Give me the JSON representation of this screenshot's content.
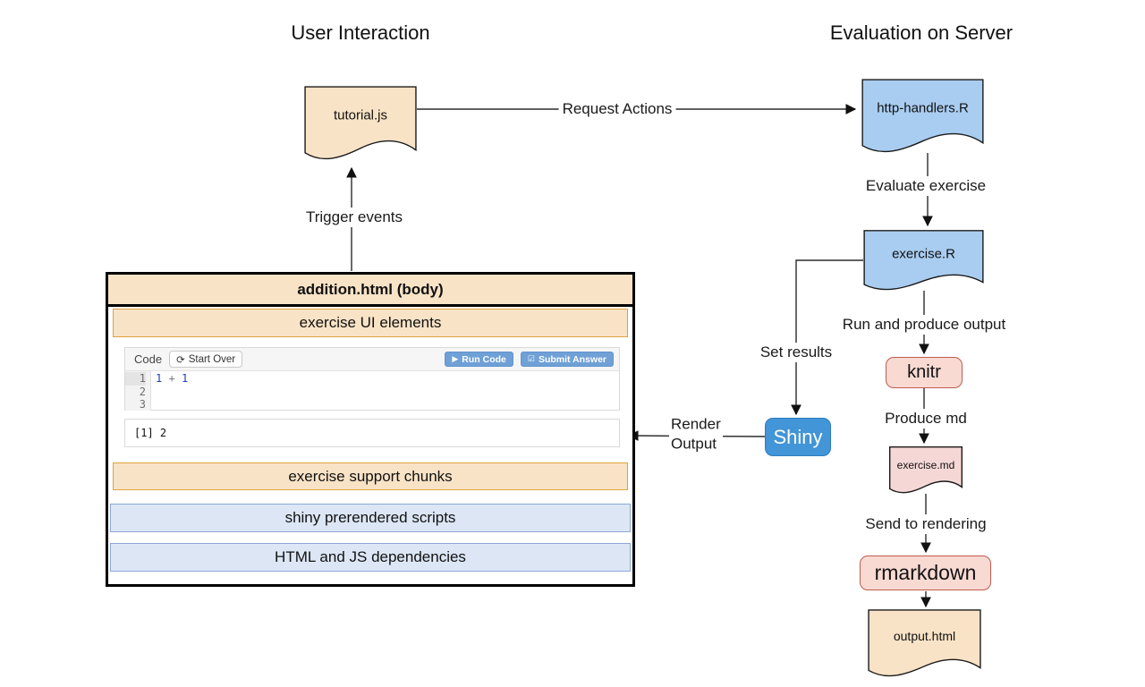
{
  "headings": {
    "left": "User Interaction",
    "right": "Evaluation on Server"
  },
  "nodes": {
    "tutorial_js": "tutorial.js",
    "http_handlers": "http-handlers.R",
    "exercise_r": "exercise.R",
    "knitr": "knitr",
    "exercise_md": "exercise.md",
    "rmarkdown": "rmarkdown",
    "output_html": "output.html",
    "shiny": "Shiny"
  },
  "edges": {
    "request_actions": "Request Actions",
    "trigger_events": "Trigger events",
    "evaluate_exercise": "Evaluate exercise",
    "run_and_produce": "Run and produce output",
    "set_results": "Set results",
    "produce_md": "Produce md",
    "send_to_rendering": "Send to rendering",
    "render_output_line1": "Render",
    "render_output_line2": "Output"
  },
  "browser_box": {
    "title": "addition.html (body)",
    "bars": {
      "exercise_ui": "exercise UI elements",
      "support_chunks": "exercise support chunks",
      "shiny_scripts": "shiny prerendered scripts",
      "html_js_deps": "HTML and JS dependencies"
    },
    "editor": {
      "code_label": "Code",
      "start_over_label": "Start Over",
      "run_code_label": "Run Code",
      "submit_answer_label": "Submit Answer",
      "line_numbers": [
        "1",
        "2",
        "3"
      ],
      "code_tokens": {
        "lhs": "1",
        "operator": "+",
        "rhs": "1"
      },
      "output_text": "[1] 2"
    }
  },
  "icons": {
    "refresh": "⟳",
    "play": "▶",
    "checkbox": "☑"
  },
  "colors": {
    "tan": "#f9e3c6",
    "tan_border": "#dfa240",
    "doc_blue": "#a9cdf1",
    "bar_blue": "#dce6f5",
    "bar_blue_border": "#8ea7d7",
    "pink": "#f8dad3",
    "pink_soft": "#f5d8d6",
    "pink_border": "#bf5b4d",
    "shiny_blue": "#4295d6",
    "btn_blue": "#6fa0d6"
  }
}
